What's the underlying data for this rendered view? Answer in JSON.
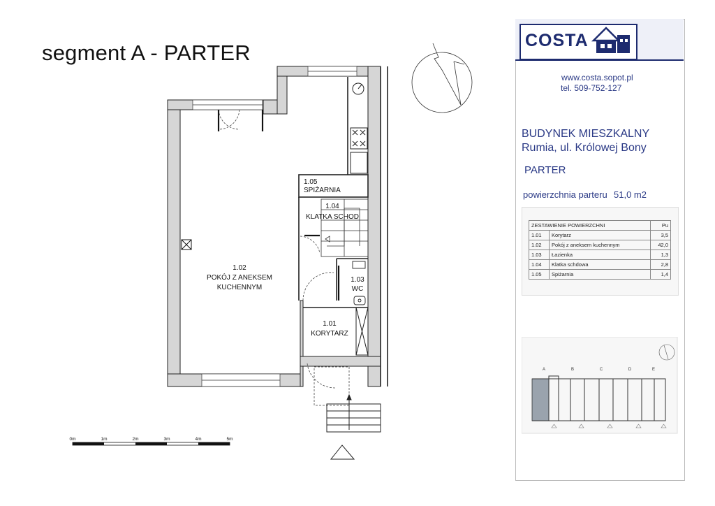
{
  "title": "segment A  - PARTER",
  "brand": {
    "name": "COSTA",
    "website": "www.costa.sopot.pl",
    "phone": "tel. 509-752-127"
  },
  "building": {
    "type": "BUDYNEK MIESZKALNY",
    "address": "Rumia, ul. Królowej Bony",
    "floor": "PARTER",
    "area_label": "powierzchnia  parteru",
    "area_value": "51,0 m2"
  },
  "table": {
    "header": "ZESTAWIENIE POWIERZCHNI",
    "col": "Pu",
    "rows": [
      {
        "id": "1.01",
        "name": "Korytarz",
        "area": "3,5"
      },
      {
        "id": "1.02",
        "name": "Pokój  z aneksem kuchennym",
        "area": "42,0"
      },
      {
        "id": "1.03",
        "name": "Łazienka",
        "area": "1,3"
      },
      {
        "id": "1.04",
        "name": "Klatka schdowa",
        "area": "2,8"
      },
      {
        "id": "1.05",
        "name": "Spiżarnia",
        "area": "1,4"
      }
    ]
  },
  "rooms": {
    "r102": {
      "id": "1.02",
      "l1": "POKÓJ Z ANEKSEM",
      "l2": "KUCHENNYM"
    },
    "r105": {
      "id": "1.05",
      "name": "SPIŻARNIA"
    },
    "r104": {
      "id": "1.04",
      "name": "KLATKA SCHOD"
    },
    "r103": {
      "id": "1.03",
      "name": "WC"
    },
    "r101": {
      "id": "1.01",
      "name": "KORYTARZ"
    }
  },
  "scale": {
    "labels": [
      "0m",
      "1m",
      "2m",
      "3m",
      "4m",
      "5m"
    ]
  },
  "keyplan": {
    "segments": [
      "A",
      "B",
      "C",
      "D",
      "E"
    ]
  }
}
